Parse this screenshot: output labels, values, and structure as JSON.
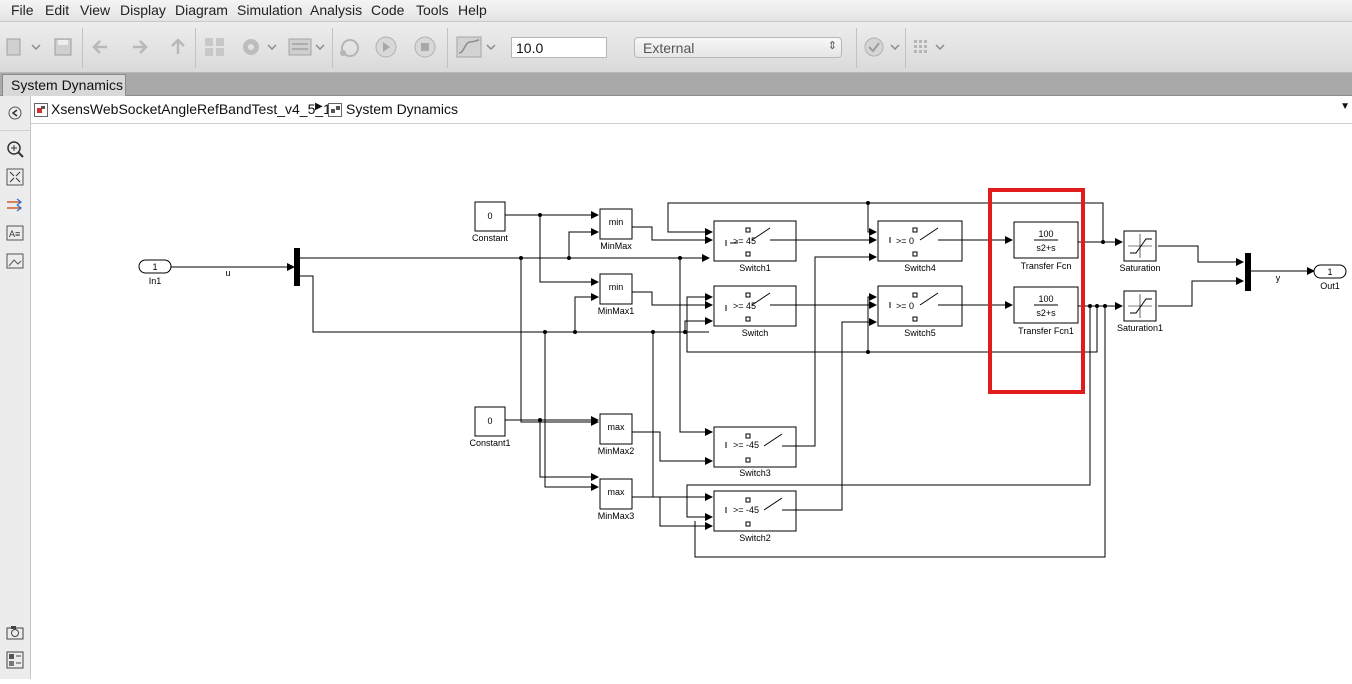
{
  "menu": [
    "File",
    "Edit",
    "View",
    "Display",
    "Diagram",
    "Simulation",
    "Analysis",
    "Code",
    "Tools",
    "Help"
  ],
  "toolbar": {
    "stop_time": "10.0",
    "sim_mode": "External"
  },
  "tab": {
    "label": "System Dynamics"
  },
  "breadcrumb": {
    "model": "XsensWebSocketAngleRefBandTest_v4_5_1",
    "subsystem": "System Dynamics"
  },
  "diagram": {
    "in1": {
      "port": "1",
      "name": "In1"
    },
    "out1": {
      "port": "1",
      "name": "Out1"
    },
    "signal_u": "u",
    "signal_y": "y",
    "constant": {
      "value": "0",
      "name": "Constant"
    },
    "constant1": {
      "value": "0",
      "name": "Constant1"
    },
    "minmax": {
      "fn": "min",
      "name": "MinMax"
    },
    "minmax1": {
      "fn": "min",
      "name": "MinMax1"
    },
    "minmax2": {
      "fn": "max",
      "name": "MinMax2"
    },
    "minmax3": {
      "fn": "max",
      "name": "MinMax3"
    },
    "switch1": {
      "cond": ">= 45",
      "name": "Switch1"
    },
    "switch": {
      "cond": ">= 45",
      "name": "Switch"
    },
    "switch3": {
      "cond": ">= -45",
      "name": "Switch3"
    },
    "switch2": {
      "cond": ">= -45",
      "name": "Switch2"
    },
    "switch4": {
      "cond": ">= 0",
      "name": "Switch4"
    },
    "switch5": {
      "cond": ">= 0",
      "name": "Switch5"
    },
    "tf": {
      "num": "100",
      "den": "s2+s",
      "name": "Transfer Fcn"
    },
    "tf1": {
      "num": "100",
      "den": "s2+s",
      "name": "Transfer Fcn1"
    },
    "sat": {
      "name": "Saturation"
    },
    "sat1": {
      "name": "Saturation1"
    }
  },
  "colors": {
    "highlight": "#e21c1c",
    "line": "#000000",
    "chrome": "#e4e4e4"
  }
}
